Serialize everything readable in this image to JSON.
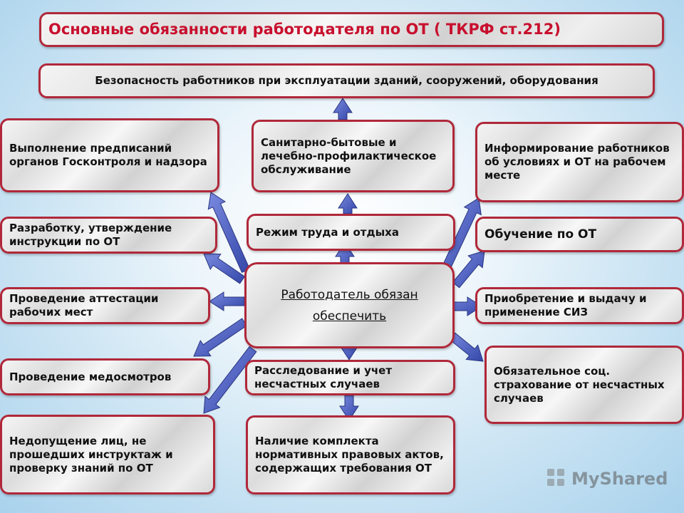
{
  "title": "Основные обязанности работодателя по ОТ ( ТКРФ ст.212)",
  "top_box": "Безопасность работников при эксплуатации зданий, сооружений, оборудования",
  "center": {
    "line1": "Работодатель обязан",
    "line2": "обеспечить"
  },
  "left": [
    "Выполнение предписаний органов Госконтроля и надзора",
    "Разработку, утверждение инструкции по ОТ",
    "Проведение аттестации рабочих мест",
    "Проведение медосмотров",
    "Недопущение лиц, не прошедших инструктаж и проверку знаний по ОТ"
  ],
  "middle": [
    "Санитарно-бытовые и лечебно-профилактическое обслуживание",
    "Режим труда и отдыха",
    "Расследование и учет несчастных случаев",
    "Наличие комплекта нормативных правовых актов, содержащих требования ОТ"
  ],
  "right": [
    "Информирование работников об условиях и ОТ на рабочем месте",
    "Обучение по ОТ",
    "Приобретение и выдачу и применение СИЗ",
    "Обязательное соц. страхование от несчастных случаев"
  ],
  "watermark": "MyShared",
  "colors": {
    "border": "#b0283a",
    "title_text": "#c8102e",
    "arrow_fill": "#4b5fc0"
  }
}
